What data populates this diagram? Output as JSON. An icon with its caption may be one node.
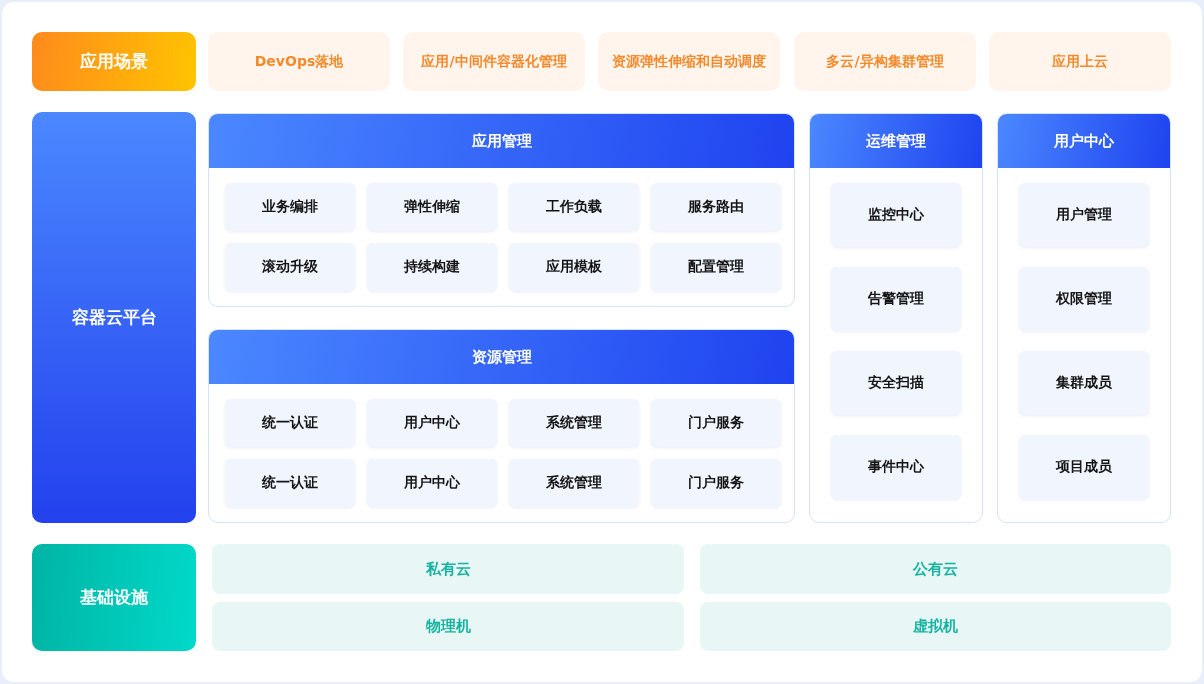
{
  "diagram": {
    "nodes": [
      {
        "text": [
          "应用场景"
        ]
      },
      {
        "text": [
          "DevOps落地"
        ]
      },
      {
        "text": [
          "应用/中间件容器化管理"
        ]
      },
      {
        "text": [
          "资源弹性伸缩和自动调度"
        ]
      },
      {
        "text": [
          "多云/异构集群管理"
        ]
      },
      {
        "text": [
          "应用上云"
        ]
      },
      {
        "text": [
          "容器云平台"
        ]
      },
      {
        "text": [
          "应用管理"
        ]
      },
      {
        "text": [
          "业务编排"
        ],
        "in": 7
      },
      {
        "text": [
          "弹性伸缩"
        ],
        "in": 7
      },
      {
        "text": [
          "工作负载"
        ],
        "in": 7
      },
      {
        "text": [
          "服务路由"
        ],
        "in": 7
      },
      {
        "text": [
          "滚动升级"
        ],
        "in": 7
      },
      {
        "text": [
          "持续构建"
        ],
        "in": 7
      },
      {
        "text": [
          "应用模板"
        ],
        "in": 7
      },
      {
        "text": [
          "配置管理"
        ],
        "in": 7
      },
      {
        "text": [
          "资源管理"
        ]
      },
      {
        "text": [
          "统一认证"
        ],
        "in": 16
      },
      {
        "text": [
          "用户中心"
        ],
        "in": 16
      },
      {
        "text": [
          "系统管理"
        ],
        "in": 16
      },
      {
        "text": [
          "门户服务"
        ],
        "in": 16
      },
      {
        "text": [
          "统一认证"
        ],
        "in": 16
      },
      {
        "text": [
          "用户中心"
        ],
        "in": 16
      },
      {
        "text": [
          "系统管理"
        ],
        "in": 16
      },
      {
        "text": [
          "门户服务"
        ],
        "in": 16
      },
      {
        "text": [
          "运维管理"
        ]
      },
      {
        "text": [
          "监控中心"
        ],
        "in": 25
      },
      {
        "text": [
          "告警管理"
        ],
        "in": 25
      },
      {
        "text": [
          "安全扫描"
        ],
        "in": 25
      },
      {
        "text": [
          "事件中心"
        ],
        "in": 25
      },
      {
        "text": [
          "用户中心"
        ]
      },
      {
        "text": [
          "用户管理"
        ],
        "in": 30
      },
      {
        "text": [
          "权限管理"
        ],
        "in": 30
      },
      {
        "text": [
          "集群成员"
        ],
        "in": 30
      },
      {
        "text": [
          "项目成员"
        ],
        "in": 30
      },
      {
        "text": [
          "基础设施"
        ]
      },
      {
        "text": [
          "私有云"
        ]
      },
      {
        "text": [
          "公有云"
        ]
      },
      {
        "text": [
          "物理机"
        ]
      },
      {
        "text": [
          "虚拟机"
        ]
      }
    ]
  }
}
